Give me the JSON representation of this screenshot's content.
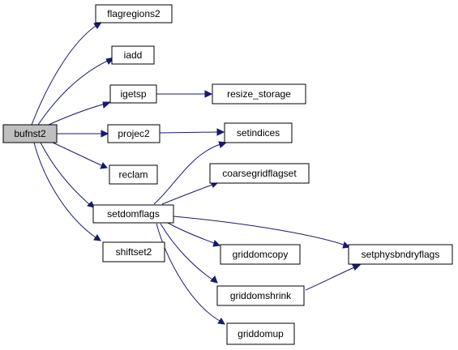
{
  "colors": {
    "edge": "#191970",
    "root_fill": "#bfbfbf",
    "node_fill": "#ffffff",
    "border": "#000000"
  },
  "nodes": {
    "bufnst2": "bufnst2",
    "flagregions2": "flagregions2",
    "iadd": "iadd",
    "igetsp": "igetsp",
    "resize_storage": "resize_storage",
    "projec2": "projec2",
    "setindices": "setindices",
    "reclam": "reclam",
    "coarsegridflagset": "coarsegridflagset",
    "setdomflags": "setdomflags",
    "griddomcopy": "griddomcopy",
    "setphysbndryflags": "setphysbndryflags",
    "shiftset2": "shiftset2",
    "griddomshrink": "griddomshrink",
    "griddomup": "griddomup"
  },
  "edges": [
    [
      "bufnst2",
      "flagregions2"
    ],
    [
      "bufnst2",
      "iadd"
    ],
    [
      "bufnst2",
      "igetsp"
    ],
    [
      "bufnst2",
      "projec2"
    ],
    [
      "bufnst2",
      "reclam"
    ],
    [
      "bufnst2",
      "setdomflags"
    ],
    [
      "bufnst2",
      "shiftset2"
    ],
    [
      "igetsp",
      "resize_storage"
    ],
    [
      "projec2",
      "setindices"
    ],
    [
      "setdomflags",
      "setindices"
    ],
    [
      "setdomflags",
      "coarsegridflagset"
    ],
    [
      "setdomflags",
      "griddomcopy"
    ],
    [
      "setdomflags",
      "setphysbndryflags"
    ],
    [
      "setdomflags",
      "griddomshrink"
    ],
    [
      "setdomflags",
      "griddomup"
    ],
    [
      "griddomshrink",
      "setphysbndryflags"
    ]
  ]
}
